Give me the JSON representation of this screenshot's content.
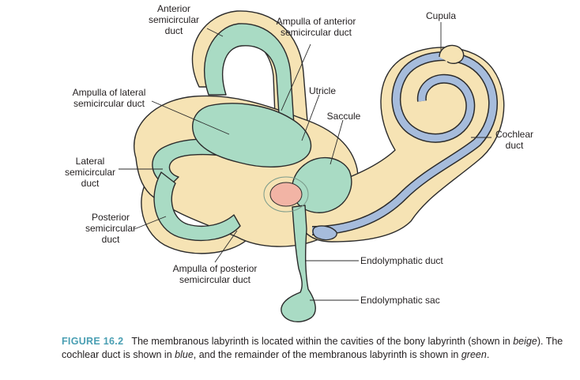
{
  "labels": {
    "anterior_semicircular_duct": [
      "Anterior",
      "semicircular",
      "duct"
    ],
    "ampulla_anterior": [
      "Ampulla of anterior",
      "semicircular duct"
    ],
    "cupula": "Cupula",
    "ampulla_lateral": [
      "Ampulla of lateral",
      "semicircular duct"
    ],
    "utricle": "Utricle",
    "saccule": "Saccule",
    "cochlear_duct": [
      "Cochlear",
      "duct"
    ],
    "lateral_semicircular_duct": [
      "Lateral",
      "semicircular",
      "duct"
    ],
    "posterior_semicircular_duct": [
      "Posterior",
      "semicircular",
      "duct"
    ],
    "ampulla_posterior": [
      "Ampulla of posterior",
      "semicircular duct"
    ],
    "endolymphatic_duct": "Endolymphatic duct",
    "endolymphatic_sac": "Endolymphatic sac"
  },
  "caption": {
    "figure_number": "FIGURE 16.2",
    "text_1": "The membranous labyrinth is located within the cavities of the bony labyrinth (shown in ",
    "em_1": "beige",
    "text_2": "). The cochlear duct is shown in ",
    "em_2": "blue",
    "text_3": ", and the remainder of the membranous labyrinth is shown in ",
    "em_3": "green",
    "text_4": "."
  },
  "colors": {
    "bony_labyrinth": "#f6e3b4",
    "membranous_green": "#a9dbc4",
    "cochlear_blue": "#a6bcdc",
    "macula_pink": "#f2b4a5",
    "outline": "#2b2b2b",
    "figure_number": "#4a9fb3"
  }
}
